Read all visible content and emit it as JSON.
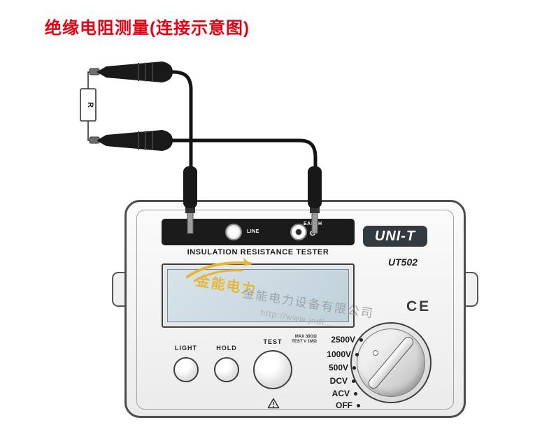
{
  "page": {
    "title": "绝缘电阻测量(连接示意图)"
  },
  "diagram": {
    "resistor_label": "R"
  },
  "meter": {
    "brand": "UNI-T",
    "model": "UT502",
    "panel_title": "INSULATION RESISTANCE TESTER",
    "terminals": {
      "line": "LINE",
      "guard": "G",
      "earth": "EARTH"
    },
    "buttons": {
      "light": "LIGHT",
      "hold": "HOLD",
      "test": "TEST"
    },
    "switch": {
      "note": [
        "MAX 30GΩ",
        "TEST V 1MΩ"
      ],
      "positions": [
        "2500V",
        "1000V",
        "500V",
        "DCV",
        "ACV",
        "OFF"
      ]
    },
    "ce_mark": "CE"
  },
  "watermark": {
    "brand": "金能电力",
    "company": "金能电力设备有限公司",
    "url": "http://www.jndl..."
  }
}
